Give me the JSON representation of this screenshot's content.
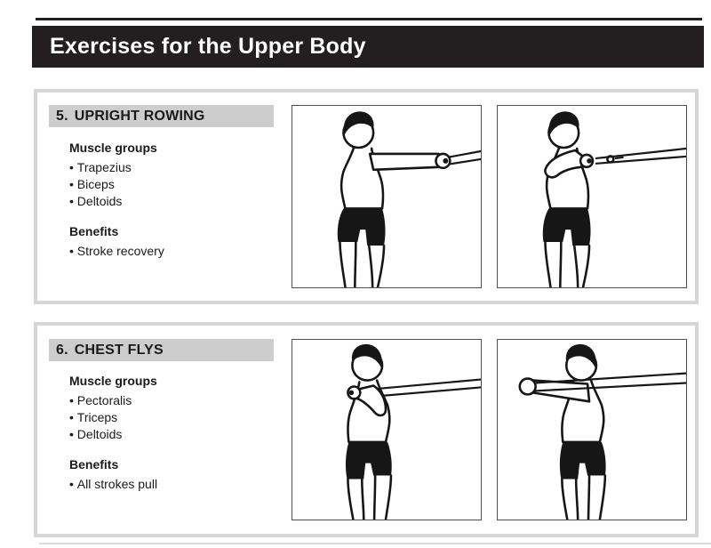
{
  "header": {
    "title": "Exercises for the Upper Body"
  },
  "sections": [
    {
      "number": "5.",
      "title": "UPRIGHT ROWING",
      "muscle_groups_label": "Muscle groups",
      "muscle_groups": [
        "Trapezius",
        "Biceps",
        "Deltoids"
      ],
      "benefits_label": "Benefits",
      "benefits": [
        "Stroke recovery"
      ]
    },
    {
      "number": "6.",
      "title": "CHEST FLYS",
      "muscle_groups_label": "Muscle groups",
      "muscle_groups": [
        "Pectoralis",
        "Triceps",
        "Deltoids"
      ],
      "benefits_label": "Benefits",
      "benefits": [
        "All strokes pull"
      ]
    }
  ],
  "colors": {
    "header_bg": "#231f20",
    "heading_bg": "#cdcdce",
    "card_border": "#d6d6d6",
    "panel_border": "#4e4e4e",
    "text": "#1a1a1a",
    "figure_ink": "#161616"
  }
}
